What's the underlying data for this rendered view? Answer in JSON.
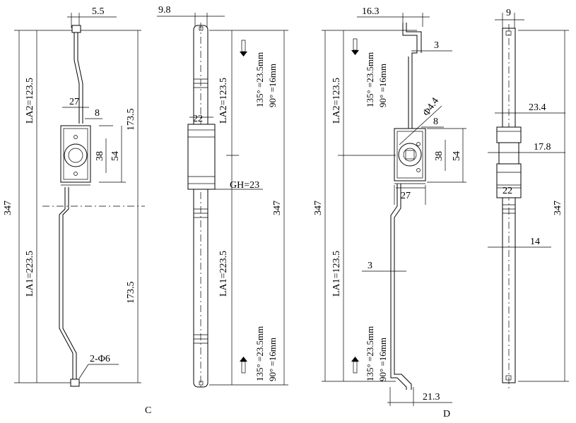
{
  "view_labels": {
    "c": "C",
    "d": "D"
  },
  "c_side": {
    "top_width": "5.5",
    "la2": "LA2=123.5",
    "la1": "LA1=223.5",
    "total": "347",
    "upper_half": "173.5",
    "lower_half": "173.5",
    "w27": "27",
    "w8": "8",
    "h38": "38",
    "h54": "54",
    "holes": "2-Φ6"
  },
  "c_front": {
    "top_width": "9.8",
    "w22": "22",
    "la2": "LA2=123.5",
    "la1": "LA1=223.5",
    "gh": "GH=23",
    "total": "347",
    "angle_135_top": "135° =23.5mm",
    "angle_90_top": "90° =16mm",
    "angle_135_bottom": "135° =23.5mm",
    "angle_90_bottom": "90° =16mm"
  },
  "d_side": {
    "top_width": "16.3",
    "offset3_top": "3",
    "la2": "LA2=123.5",
    "la1": "LA1=123.5",
    "total": "347",
    "phi": "Φ4.4",
    "w8": "8",
    "h38": "38",
    "h54": "54",
    "w27": "27",
    "offset3_mid": "3",
    "bottom_width": "21.3",
    "angle_135_top": "135° =23.5mm",
    "angle_90_top": "90° =16mm",
    "angle_135_bottom": "135° =23.5mm",
    "angle_90_bottom": "90° =16mm"
  },
  "d_front": {
    "top_width": "9",
    "w23_4": "23.4",
    "w17_8": "17.8",
    "w22": "22",
    "w14": "14",
    "total": "347"
  }
}
